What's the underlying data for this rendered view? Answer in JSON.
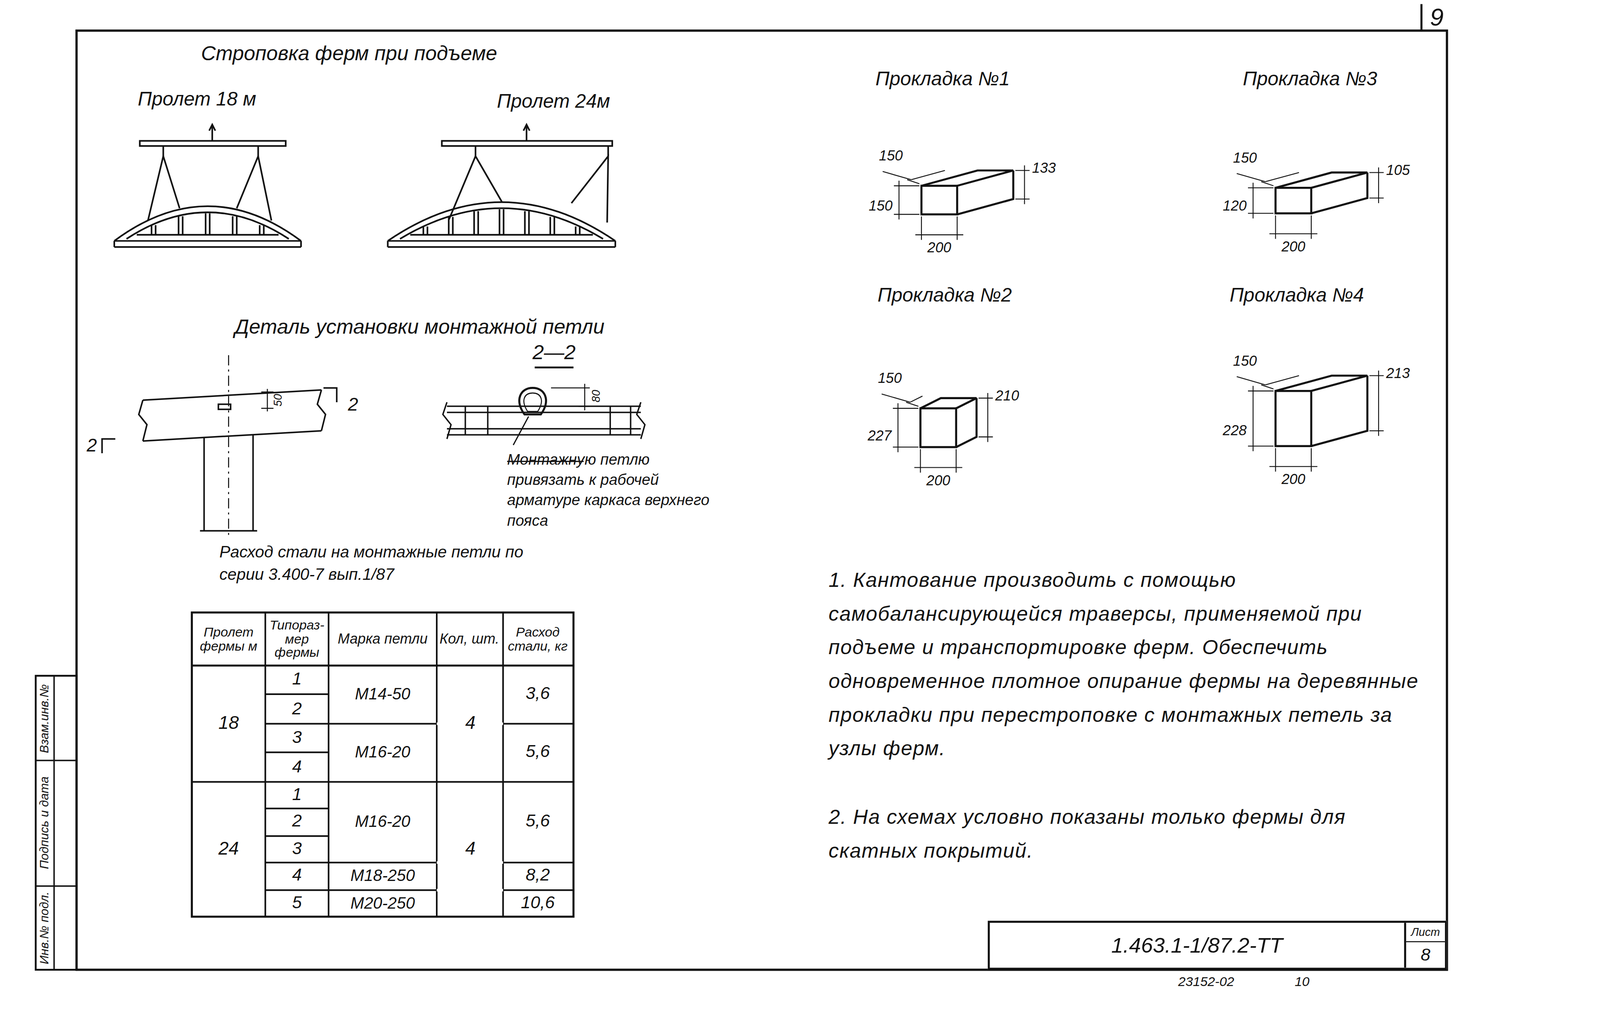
{
  "diagram": {
    "nodes": [
      {
        "text": [
          "1.463.1-1/87.2-ТТ"
        ]
      },
      {
        "text": [
          "Лист",
          "8"
        ],
        "in": 0
      }
    ],
    "labels": [
      "Строповка ферм при подъеме",
      "Пролет 18 м",
      "Пролет 24м",
      "Деталь установки монтажной петли",
      "2—2",
      "2",
      "2",
      "50",
      "80",
      "Монтажную петлю привязать к рабочей арматуре каркаса верхнего пояса",
      "Расход стали на монтажные петли по серии 3.400-7 вып.1/87",
      "Пролет фермы м",
      "Типораз- мер фермы",
      "Марка петли",
      "Кол, шт.",
      "Расход стали, кг",
      "18",
      "1",
      "2",
      "3",
      "4",
      "М14-50",
      "М16-20",
      "4",
      "3,6",
      "5,6",
      "24",
      "1",
      "2",
      "3",
      "4",
      "5",
      "М16-20",
      "М18-250",
      "М20-250",
      "4",
      "5,6",
      "8,2",
      "10,6",
      "Прокладка №1",
      "150",
      "133",
      "150",
      "200",
      "Прокладка №3",
      "150",
      "105",
      "120",
      "200",
      "Прокладка №2",
      "150",
      "210",
      "227",
      "200",
      "Прокладка №4",
      "150",
      "213",
      "228",
      "200",
      "1. Кантование производить с помощью самобалансирующейся траверсы, применяемой при подъеме и транспортировке ферм. Обеспечить одновременное плотное опирание фермы на деревянные прокладки при перестроповке с монтажных петель за узлы ферм.",
      "2. На схемах условно показаны только фермы для скатных покрытий.",
      "9",
      "23152-02",
      "10",
      "Взам.инв.№",
      "Подпись и дата",
      "Инв.№ подл."
    ]
  }
}
